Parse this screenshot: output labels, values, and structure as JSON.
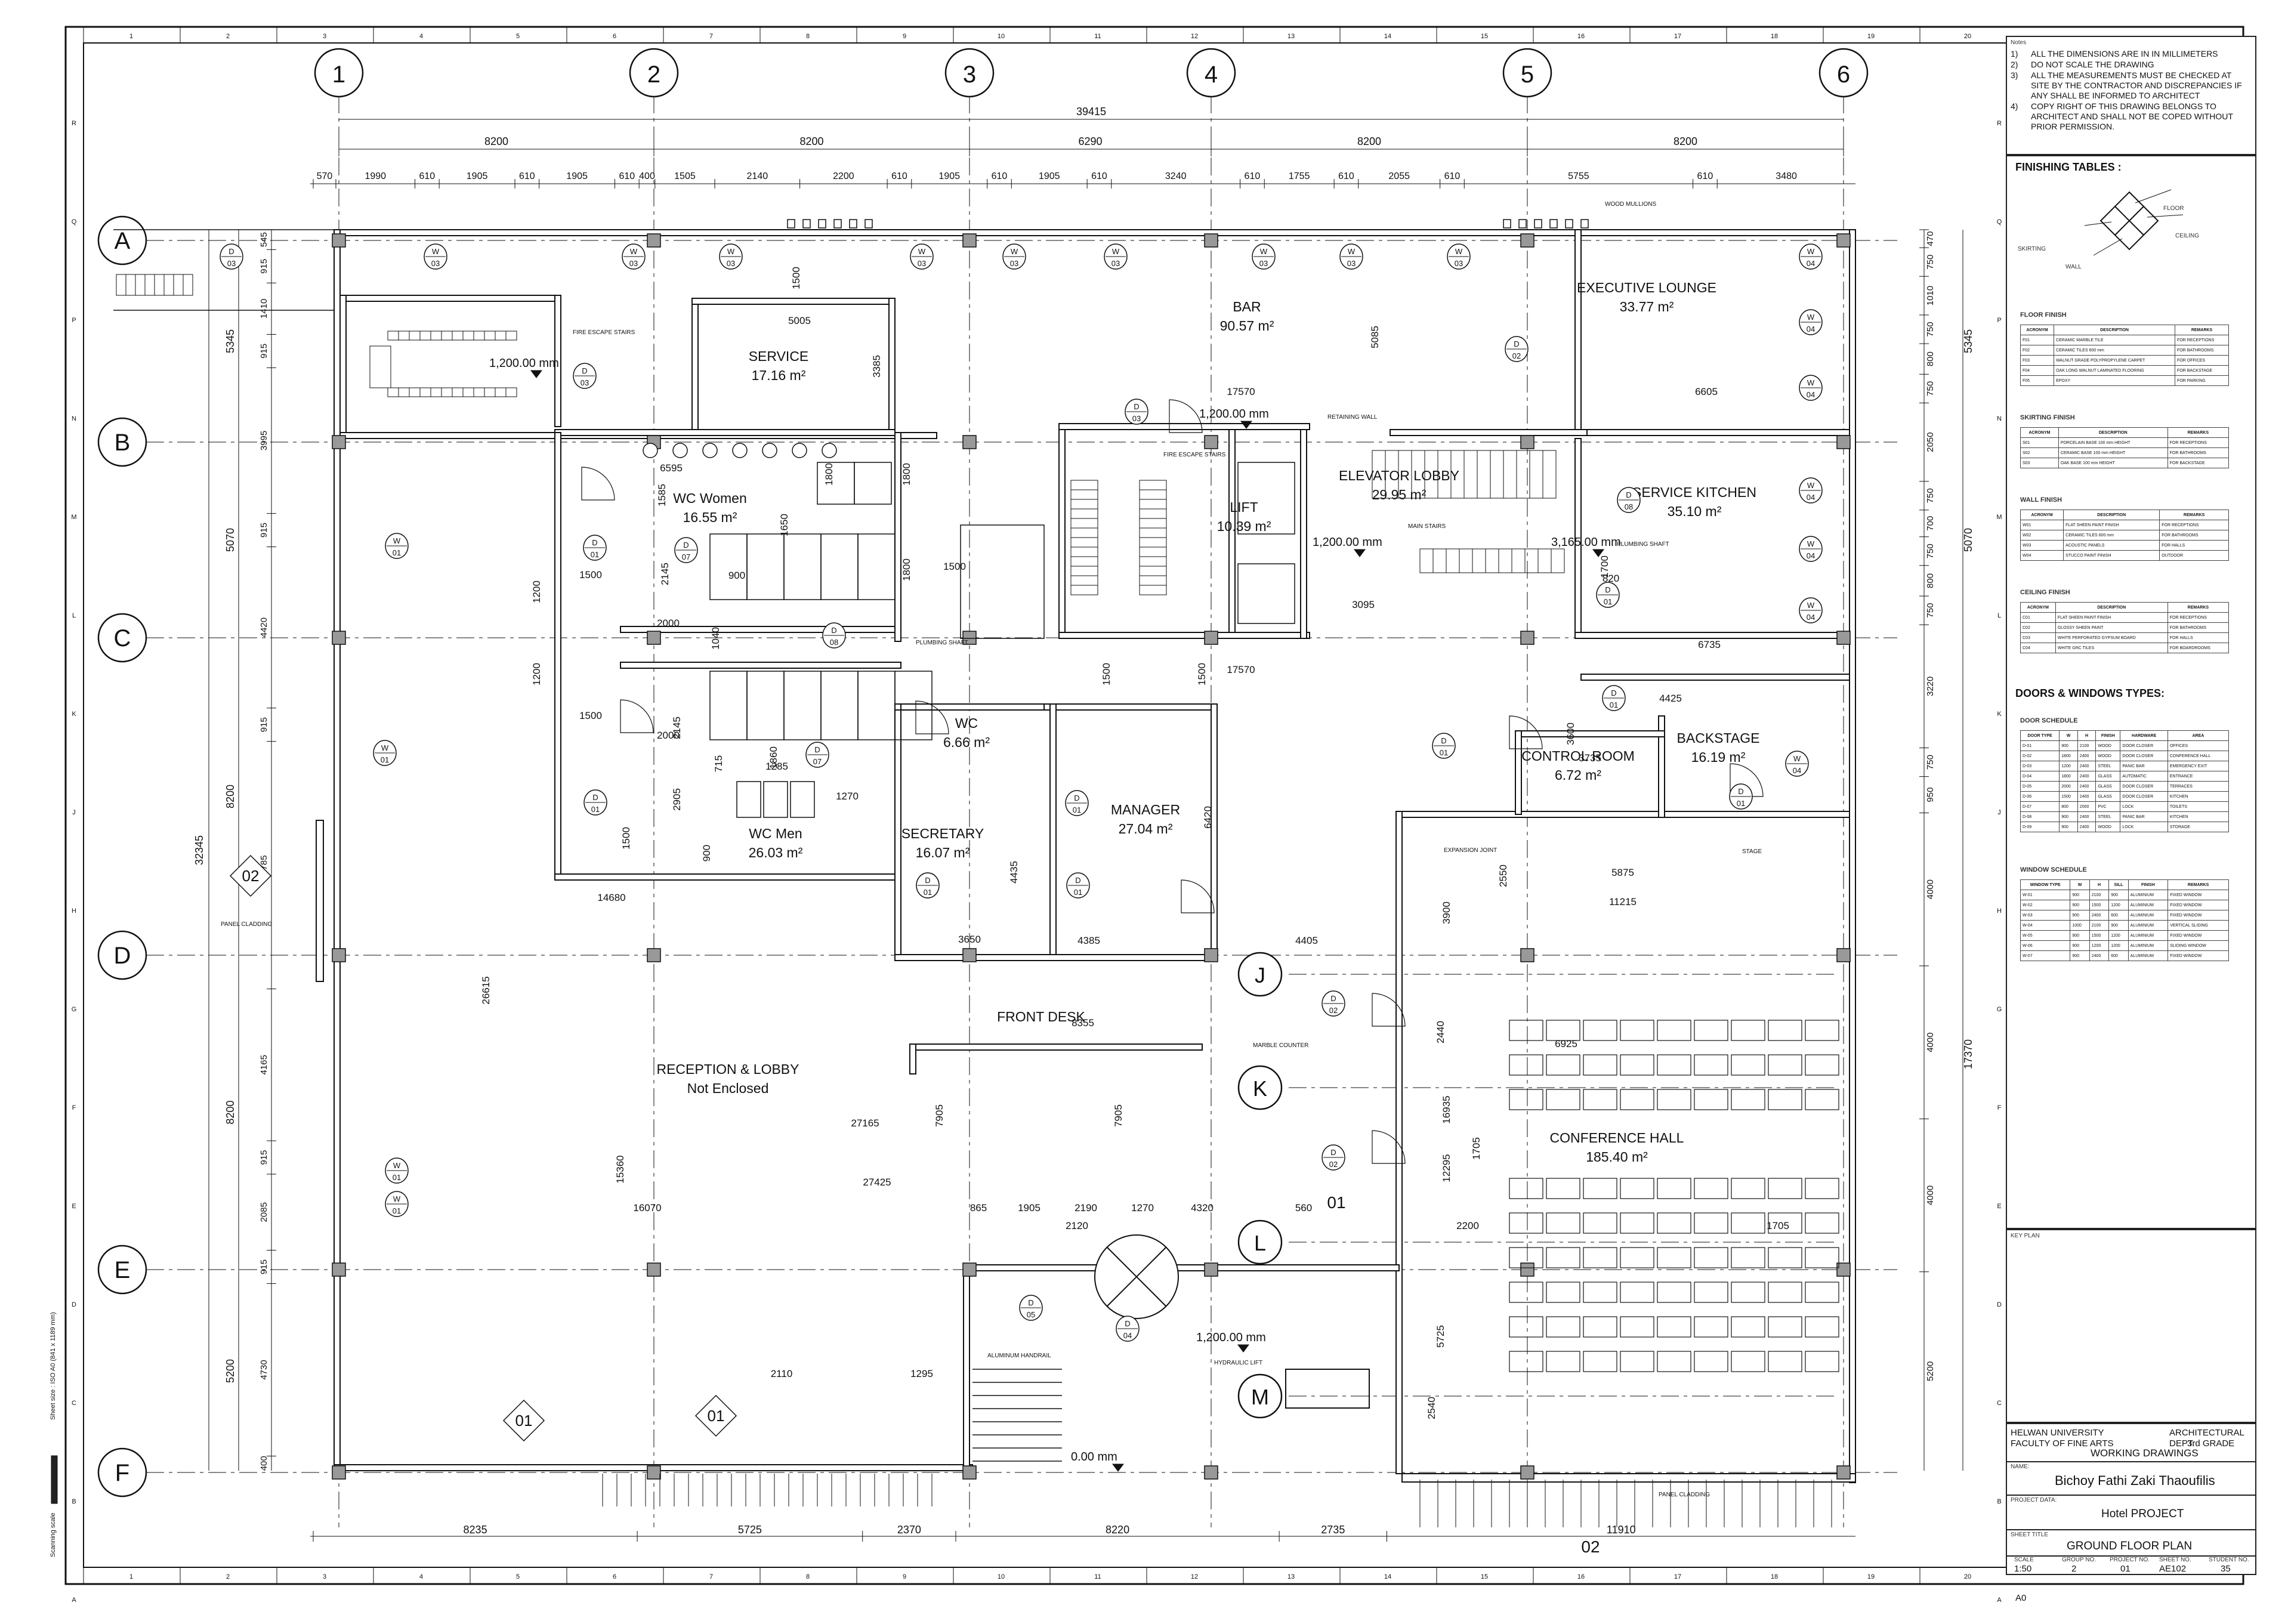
{
  "grid": {
    "columns": [
      "1",
      "2",
      "3",
      "4",
      "5",
      "6"
    ],
    "rows": [
      "A",
      "B",
      "C",
      "D",
      "E",
      "F"
    ],
    "secondary_rows": [
      "J",
      "K",
      "L",
      "M"
    ]
  },
  "dimensions": {
    "overall_width": "39415",
    "bays": [
      "8200",
      "8200",
      "6290",
      "8200",
      "8200"
    ],
    "top_chain": [
      "570",
      "1990",
      "610",
      "1905",
      "610",
      "1905",
      "610",
      "400",
      "1505",
      "2140",
      "2200",
      "610",
      "1905",
      "610",
      "1905",
      "610",
      "3240",
      "610",
      "1755",
      "610",
      "2055",
      "610",
      "5755",
      "610",
      "3480"
    ],
    "overall_height": "32345",
    "left_bays": [
      "5345",
      "5070",
      "8200",
      "8200",
      "5200"
    ],
    "left_chain": [
      "545",
      "915",
      "1410",
      "915",
      "3995",
      "915",
      "4420",
      "915",
      "6785",
      "4165",
      "915",
      "2085",
      "915",
      "4730",
      "400"
    ],
    "right_chain": [
      "470",
      "750",
      "1010",
      "750",
      "800",
      "750",
      "2050",
      "750",
      "700",
      "750",
      "800",
      "750",
      "3220",
      "750",
      "950",
      "4000",
      "4000",
      "4000",
      "5200"
    ],
    "right_bays": [
      "5345",
      "5070",
      "17370"
    ],
    "bottom_chain": [
      "8235",
      "5725",
      "2370",
      "8220",
      "2735",
      "11910"
    ],
    "interior": [
      "5005",
      "3385",
      "1500",
      "17570",
      "5085",
      "6605",
      "6595",
      "1585",
      "1800",
      "1800",
      "1500",
      "1800",
      "1650",
      "1500",
      "1200",
      "2145",
      "900",
      "2000",
      "1040",
      "1500",
      "1500",
      "1200",
      "1500",
      "2000",
      "2145",
      "715",
      "1285",
      "1860",
      "1270",
      "2905",
      "900",
      "1500",
      "3095",
      "1700",
      "820",
      "6735",
      "17570",
      "4425",
      "3600",
      "3735",
      "5875",
      "11215",
      "2550",
      "3900",
      "14680",
      "3650",
      "4435",
      "4385",
      "6420",
      "4405",
      "8355",
      "26615",
      "15360",
      "27165",
      "7905",
      "7905",
      "27425",
      "16070",
      "865",
      "1905",
      "2190",
      "1270",
      "4320",
      "560",
      "2120",
      "2200",
      "1705",
      "2440",
      "16935",
      "1705",
      "12295",
      "6925",
      "5725",
      "2110",
      "1295",
      "2540"
    ]
  },
  "rooms": [
    {
      "name": "SERVICE",
      "area": "17.16 m²"
    },
    {
      "name": "BAR",
      "area": "90.57 m²"
    },
    {
      "name": "EXECUTIVE LOUNGE",
      "area": "33.77 m²"
    },
    {
      "name": "WC Women",
      "area": "16.55 m²"
    },
    {
      "name": "ELEVATOR LOBBY",
      "area": "29.95 m²"
    },
    {
      "name": "LIFT",
      "area": "10.39 m²"
    },
    {
      "name": "SERVICE KITCHEN",
      "area": "35.10 m²"
    },
    {
      "name": "WC",
      "area": "6.66 m²"
    },
    {
      "name": "WC Men",
      "area": "26.03 m²"
    },
    {
      "name": "SECRETARY",
      "area": "16.07 m²"
    },
    {
      "name": "MANAGER",
      "area": "27.04 m²"
    },
    {
      "name": "CONTROL ROOM",
      "area": "6.72 m²"
    },
    {
      "name": "BACKSTAGE",
      "area": "16.19 m²"
    },
    {
      "name": "CONFERENCE HALL",
      "area": "185.40 m²"
    },
    {
      "name": "RECEPTION & LOBBY",
      "area": "Not Enclosed"
    },
    {
      "name": "FRONT DESK",
      "area": ""
    }
  ],
  "levels": [
    "1,200.00 mm",
    "1,200.00 mm",
    "1,200.00 mm",
    "3,165.00 mm",
    "1,200.00 mm",
    "0.00 mm"
  ],
  "callouts": {
    "wood_mullions": "WOOD MULLIONS",
    "fire_escape_stairs": "FIRE ESCAPE STAIRS",
    "retaining_wall": "RETAINING WALL",
    "main_stairs": "MAIN STAIRS",
    "plumbing_shaft": "PLUMBING SHAFT",
    "expansion_joint": "EXPANSION JOINT",
    "stage": "STAGE",
    "marble_counter": "MARBLE COUNTER",
    "panel_cladding": "PANEL CLADDING",
    "aluminum_handrail": "ALUMINUM HANDRAIL",
    "hydraulic_lift": "HYDRAULIC LIFT",
    "panel_cladding_bottom": "PANEL CLADDING"
  },
  "tags": {
    "door": "D",
    "window": "W"
  },
  "notes": {
    "heading": "Notes",
    "items": [
      {
        "num": "1)",
        "text": "ALL THE DIMENSIONS ARE IN  IN MILLIMETERS"
      },
      {
        "num": "2)",
        "text": "DO NOT SCALE THE DRAWING"
      },
      {
        "num": "3)",
        "text": "ALL THE MEASUREMENTS MUST BE CHECKED AT SITE BY THE CONTRACTOR AND DISCREPANCIES IF ANY SHALL BE INFORMED TO ARCHITECT"
      },
      {
        "num": "4)",
        "text": "COPY RIGHT OF THIS DRAWING BELONGS TO ARCHITECT AND SHALL NOT BE COPED WITHOUT PRIOR PERMISSION."
      }
    ]
  },
  "finishing": {
    "heading": "FINISHING TABLES :",
    "diagram": {
      "floor": "FLOOR",
      "ceiling": "CEILING",
      "skirting": "SKIRTING",
      "wall": "WALL"
    },
    "tables": [
      {
        "title": "FLOOR FINISH",
        "cols": [
          "ACRONYM",
          "DESCRIPTION",
          "REMARKS"
        ],
        "rows": [
          [
            "F01",
            "CERAMIC MARBLE TILE",
            "FOR RECEPTIONS"
          ],
          [
            "F02",
            "CERAMIC TILES 600 mm",
            "FOR BATHROOMS"
          ],
          [
            "F03",
            "WALNUT GRADE POLYPROPYLENE CARPET",
            "FOR OFFICES"
          ],
          [
            "F04",
            "OAK LONG WALNUT LAMINATED FLOORING",
            "FOR BACKSTAGE"
          ],
          [
            "F05",
            "EPOXY",
            "FOR PARKING"
          ]
        ]
      },
      {
        "title": "SKIRTING FINISH",
        "cols": [
          "ACRONYM",
          "DESCRIPTION",
          "REMARKS"
        ],
        "rows": [
          [
            "S01",
            "PORCELAIN BASE 100 mm HEIGHT",
            "FOR RECEPTIONS"
          ],
          [
            "S02",
            "CERAMIC BASE 100 mm HEIGHT",
            "FOR BATHROOMS"
          ],
          [
            "S03",
            "OAK BASE 100 mm HEIGHT",
            "FOR BACKSTAGE"
          ]
        ]
      },
      {
        "title": "WALL FINISH",
        "cols": [
          "ACRONYM",
          "DESCRIPTION",
          "REMARKS"
        ],
        "rows": [
          [
            "W01",
            "FLAT SHEEN PAINT FINISH",
            "FOR RECEPTIONS"
          ],
          [
            "W02",
            "CERAMIC TILES 600 mm",
            "FOR BATHROOMS"
          ],
          [
            "W03",
            "ACOUSTIC PANELS",
            "FOR HALLS"
          ],
          [
            "W04",
            "STUCCO PAINT FINISH",
            "OUTDOOR"
          ]
        ]
      },
      {
        "title": "CEILING FINISH",
        "cols": [
          "ACRONYM",
          "DESCRIPTION",
          "REMARKS"
        ],
        "rows": [
          [
            "C01",
            "FLAT SHEEN PAINT FINISH",
            "FOR RECEPTIONS"
          ],
          [
            "C02",
            "GLOSSY SHEEN PAINT",
            "FOR BATHROOMS"
          ],
          [
            "C03",
            "WHITE PERFORATED GYPSUM BOARD",
            "FOR HALLS"
          ],
          [
            "C04",
            "WHITE GRC TILES",
            "FOR BOARDROOMS"
          ]
        ]
      }
    ]
  },
  "doors_windows": {
    "heading": "DOORS & WINDOWS TYPES:",
    "door_title": "DOOR SCHEDULE",
    "door_cols": [
      "DOOR TYPE",
      "W",
      "H",
      "FINISH",
      "HARDWARE",
      "AREA"
    ],
    "door_rows": [
      [
        "D-01",
        "900",
        "2100",
        "WOOD",
        "DOOR CLOSER",
        "OFFICES"
      ],
      [
        "D-02",
        "1800",
        "2400",
        "WOOD",
        "DOOR CLOSER",
        "CONFERENCE HALL"
      ],
      [
        "D-03",
        "1200",
        "2400",
        "STEEL",
        "PANIC BAR",
        "EMERGENCY EXIT"
      ],
      [
        "D-04",
        "1800",
        "2400",
        "GLASS",
        "AUTOMATIC",
        "ENTRANCE"
      ],
      [
        "D-05",
        "2000",
        "2400",
        "GLASS",
        "DOOR CLOSER",
        "TERRACES"
      ],
      [
        "D-06",
        "1500",
        "2400",
        "GLASS",
        "DOOR CLOSER",
        "KITCHEN"
      ],
      [
        "D-07",
        "800",
        "2000",
        "PVC",
        "LOCK",
        "TOILETS"
      ],
      [
        "D-08",
        "900",
        "2400",
        "STEEL",
        "PANIC BAR",
        "KITCHEN"
      ],
      [
        "D-09",
        "900",
        "2400",
        "WOOD",
        "LOCK",
        "STORAGE"
      ]
    ],
    "window_title": "WINDOW SCHEDULE",
    "window_cols": [
      "WINDOW TYPE",
      "W",
      "H",
      "SILL",
      "FINISH",
      "REMARKS"
    ],
    "window_rows": [
      [
        "W-01",
        "900",
        "2100",
        "900",
        "ALUMINIUM",
        "FIXED WINDOW"
      ],
      [
        "W-02",
        "900",
        "1500",
        "1200",
        "ALUMINIUM",
        "FIXED WINDOW"
      ],
      [
        "W-03",
        "900",
        "2400",
        "600",
        "ALUMINIUM",
        "FIXED WINDOW"
      ],
      [
        "W-04",
        "1000",
        "2100",
        "900",
        "ALUMINIUM",
        "VERTICAL SLIDING"
      ],
      [
        "W-05",
        "900",
        "1500",
        "1200",
        "ALUMINIUM",
        "FIXED WINDOW"
      ],
      [
        "W-06",
        "900",
        "1200",
        "1200",
        "ALUMINIUM",
        "SLIDING WINDOW"
      ],
      [
        "W-07",
        "900",
        "2400",
        "600",
        "ALUMINIUM",
        "FIXED WINDOW"
      ]
    ]
  },
  "key_plan": "KEY PLAN",
  "title_block": {
    "university": "HELWAN UNIVERSITY",
    "faculty": "FACULTY OF FINE ARTS",
    "dept": "ARCHITECTURAL DEPT.",
    "grade": "3rd GRADE",
    "drawing_type": "WORKING DRAWINGS",
    "name_label": "NAME:",
    "student_name": "Bichoy Fathi Zaki Thaoufilis",
    "project_label": "PROJECT DATA:",
    "project": "Hotel PROJECT",
    "sheet_title_label": "SHEET TITLE",
    "sheet_title": "GROUND FLOOR PLAN",
    "scale_label": "SCALE",
    "scale": "1:50",
    "group_label": "GROUP NO.",
    "group": "2",
    "project_no_label": "PROJECT NO.",
    "project_no": "01",
    "sheet_no_label": "SHEET NO.",
    "sheet_no": "AE102",
    "student_no_label": "STUDENT NO.",
    "student_no": "35",
    "paper": "A0"
  },
  "border_numbers": [
    "1",
    "2",
    "3",
    "4",
    "5",
    "6",
    "7",
    "8",
    "9",
    "10",
    "11",
    "12",
    "13",
    "14",
    "15",
    "16",
    "17",
    "18",
    "19",
    "20"
  ],
  "border_letters": [
    "R",
    "Q",
    "P",
    "N",
    "M",
    "L",
    "K",
    "J",
    "H",
    "G",
    "F",
    "E",
    "D",
    "C",
    "B",
    "A"
  ],
  "side_text": {
    "scale_bar": "Scanning scale",
    "sheet_size": "Sheet size : ISO A0 (841 x 1189 mm)"
  }
}
